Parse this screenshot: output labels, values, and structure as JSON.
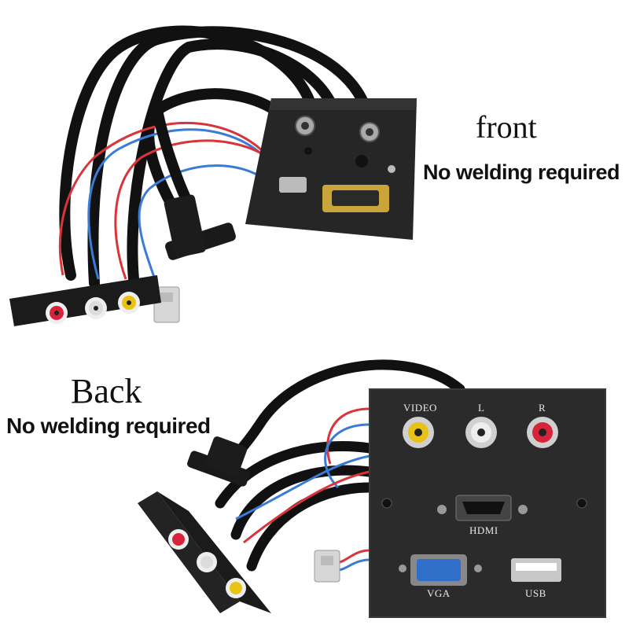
{
  "captions": {
    "front_title": "front",
    "front_subtitle": "No welding required",
    "back_title": "Back",
    "back_subtitle": "No welding required"
  },
  "plate_labels": {
    "video": "VIDEO",
    "left": "L",
    "right": "R",
    "hdmi": "HDMI",
    "vga": "VGA",
    "usb": "USB"
  },
  "colors": {
    "plate": "#2b2b2b",
    "cable": "#111111",
    "wire_red": "#d8343a",
    "wire_blue": "#3a7bd5",
    "rca_yellow": "#e8c315",
    "rca_white": "#dcdcdc",
    "rca_red": "#d8243a",
    "vga_blue": "#2f6fc9",
    "vga_gold": "#c9a53a"
  }
}
